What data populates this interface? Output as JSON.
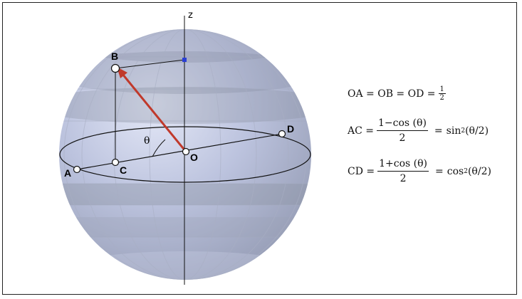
{
  "axis": {
    "z_label": "z"
  },
  "points": {
    "A": "A",
    "B": "B",
    "C": "C",
    "D": "D",
    "O": "O"
  },
  "angle_label": "θ",
  "colors": {
    "sphere": "#b3bbda",
    "vector": "#c0392b",
    "projection_point": "#2b3fd6",
    "outline": "#111111"
  },
  "formulas": {
    "eq1": {
      "lhs": "OA = OB = OD =",
      "frac_num": "1",
      "frac_den": "2"
    },
    "eq2": {
      "lhs": "AC =",
      "frac_num": "1−cos (θ)",
      "frac_den": "2",
      "eq": "=",
      "rhs_fn": "sin",
      "rhs_pow": "2",
      "rhs_arg": "(θ/2)"
    },
    "eq3": {
      "lhs": "CD =",
      "frac_num": "1+cos (θ)",
      "frac_den": "2",
      "eq": "=",
      "rhs_fn": "cos",
      "rhs_pow": "2",
      "rhs_arg": "(θ/2)"
    }
  }
}
